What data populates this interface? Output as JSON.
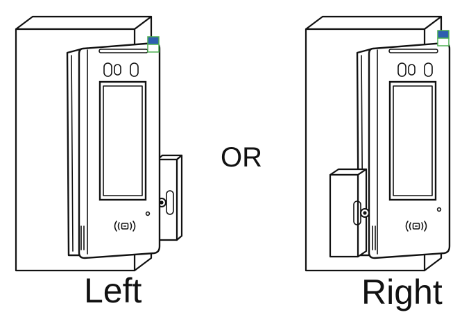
{
  "labels": {
    "separator": "OR",
    "left": "Left",
    "right": "Right"
  },
  "colors": {
    "stroke": "#111111",
    "background": "#ffffff",
    "indicator_blue": "#2f5fb0",
    "indicator_green": "#4caf50"
  },
  "icons": {
    "nfc": "nfc-icon",
    "camera": "camera-icon"
  }
}
